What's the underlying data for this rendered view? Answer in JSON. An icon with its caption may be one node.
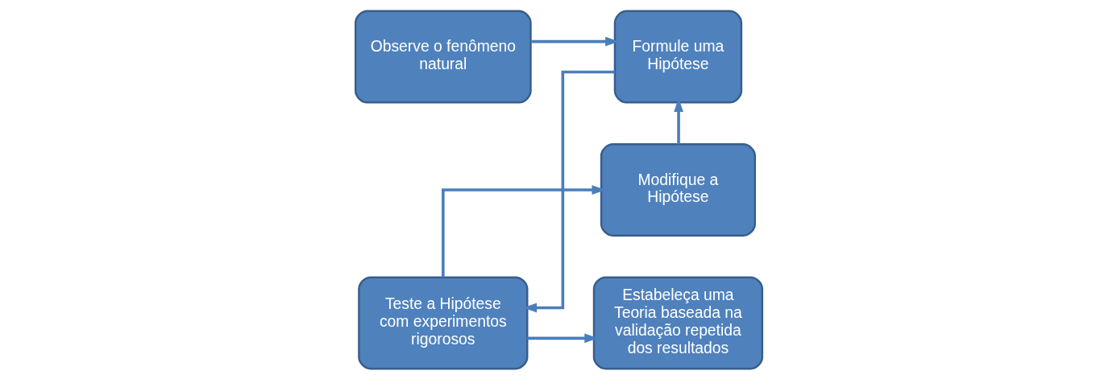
{
  "diagram": {
    "nodes": [
      {
        "text": [
          "Modifique a Hipótese"
        ]
      },
      {
        "text": [
          "Observe o fenômeno natural"
        ]
      },
      {
        "text": [
          "Formule uma Hipótese"
        ]
      },
      {
        "text": [
          "Teste a Hipótese com experimentos rigorosos"
        ]
      },
      {
        "text": [
          "Estabeleça uma Teoria baseada na validação repetida dos resultados"
        ]
      }
    ],
    "edges": [
      {
        "from": 1,
        "to": 2,
        "arrow": "to"
      },
      {
        "from": 2,
        "to": 3,
        "arrow": "to"
      },
      {
        "from": 3,
        "to": 4,
        "arrow": "to"
      },
      {
        "from": 3,
        "to": 0,
        "arrow": "to"
      },
      {
        "from": 0,
        "to": 2,
        "arrow": "to"
      }
    ]
  }
}
